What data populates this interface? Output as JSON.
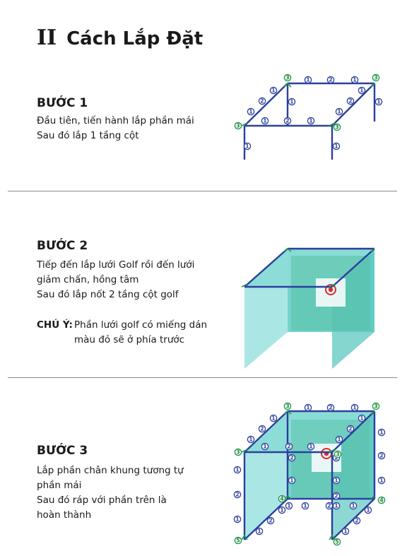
{
  "section": {
    "roman": "II",
    "title": "Cách Lắp Đặt"
  },
  "step1": {
    "heading": "BƯỚC 1",
    "lines": [
      "Đầu tiên, tiến hành lắp phần mái",
      "Sau đó lắp 1 tầng cột"
    ]
  },
  "step2": {
    "heading": "BƯỚC 2",
    "lines": [
      "Tiếp đến lắp lưới Golf rồi đến lưới",
      "giảm chấn, hồng tâm",
      "Sau đó lắp nốt 2 tầng cột golf"
    ],
    "note_label": "CHÚ Ý:",
    "note_lines": [
      "Phần lưới golf có miếng dán",
      "màu đỏ sẽ ở phía trước"
    ]
  },
  "step3": {
    "heading": "BƯỚC 3",
    "lines": [
      "Lắp phần chân khung tương tự",
      "phần mái",
      "Sau đó ráp với phần trên là",
      "hoàn thành"
    ]
  },
  "colors": {
    "frame": "#2c3f9e",
    "connector": "#1e9e4a",
    "net": "#5ecdc8",
    "target": "#d92b2b"
  }
}
